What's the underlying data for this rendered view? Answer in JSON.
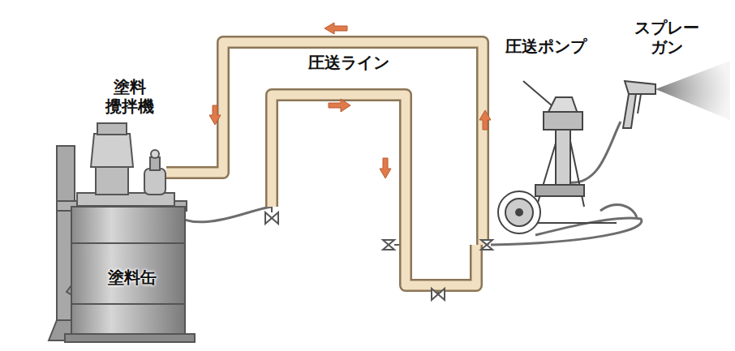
{
  "diagram": {
    "labels": [
      "圧送ライン",
      "圧送ポンプ",
      "スプレー ガン",
      "塗料 攪拌機",
      "塗料缶"
    ]
  }
}
